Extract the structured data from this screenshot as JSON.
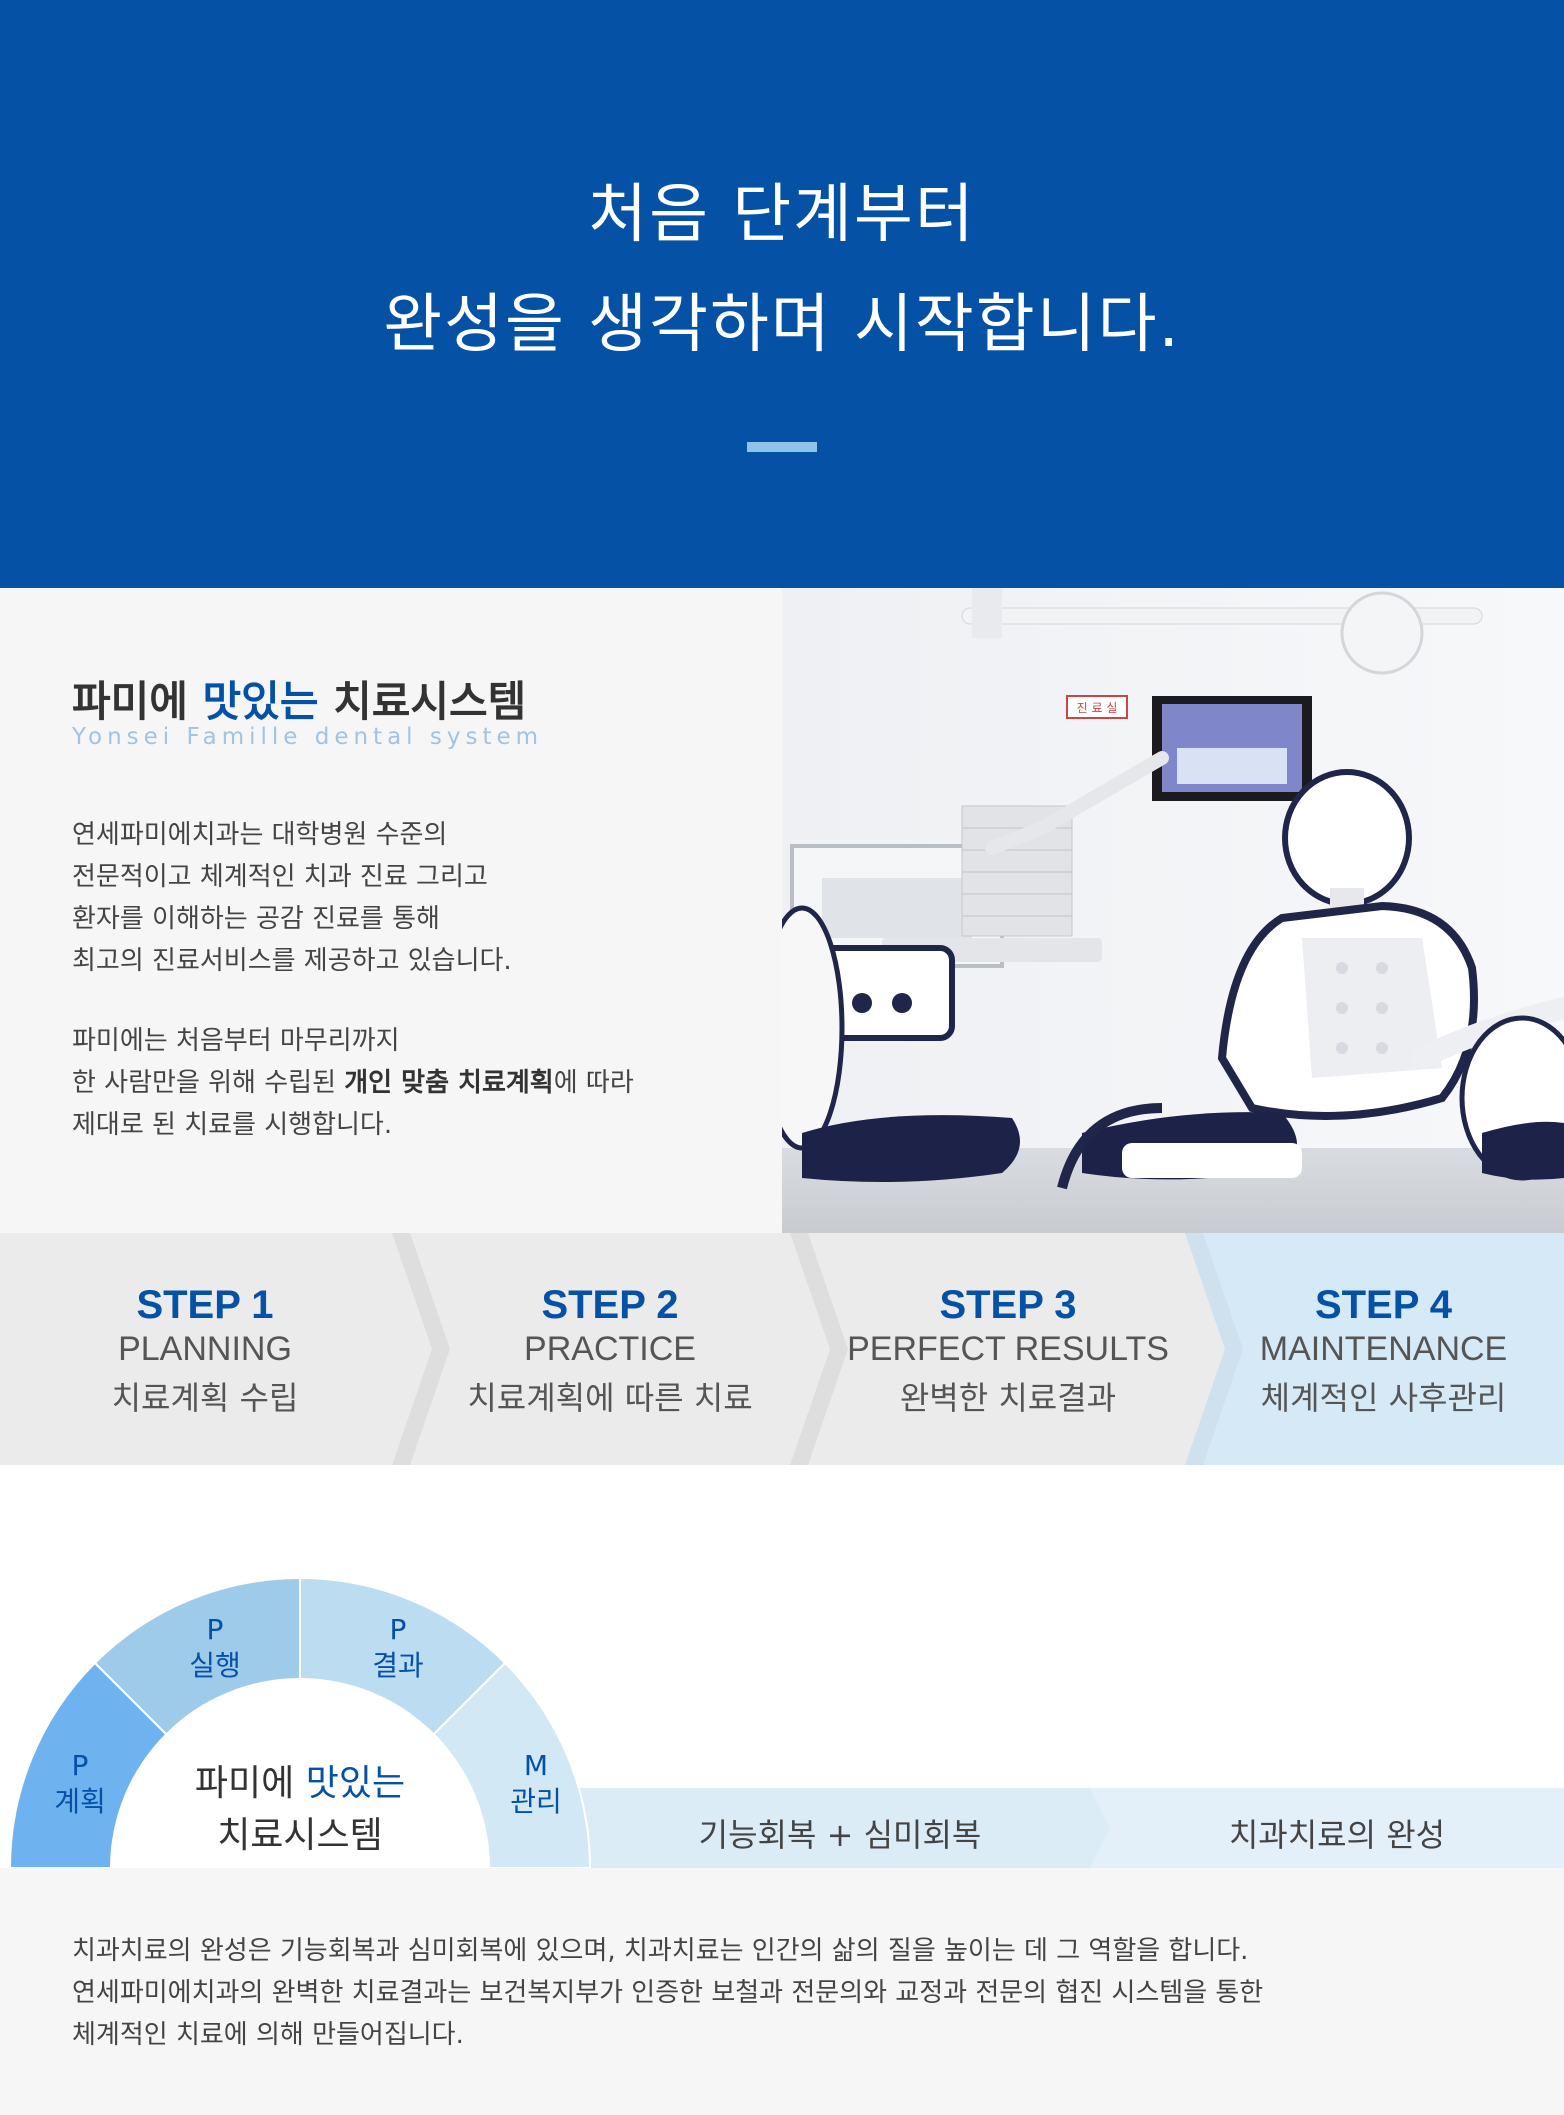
{
  "hero": {
    "line1": "처음 단계부터",
    "line2": "완성을 생각하며 시작합니다."
  },
  "intro": {
    "heading_prefix": "파미에 ",
    "heading_highlight": "맛있는",
    "heading_suffix": " 치료시스템",
    "subtitle": "Yonsei Famille dental system",
    "para1": [
      "연세파미에치과는 대학병원 수준의",
      "전문적이고 체계적인 치과 진료 그리고",
      "환자를 이해하는 공감 진료를 통해",
      "최고의 진료서비스를 제공하고 있습니다."
    ],
    "para2_line1": "파미에는 처음부터 마무리까지",
    "para2_line2_prefix": "한 사람만을 위해 수립된 ",
    "para2_line2_bold": "개인 맞춤 치료계획",
    "para2_line2_suffix": "에 따라",
    "para2_line3": "제대로 된 치료를 시행합니다."
  },
  "photo": {
    "monitor_sign": "진 료 실"
  },
  "steps": [
    {
      "title": "STEP 1",
      "en": "PLANNING",
      "ko": "치료계획 수립"
    },
    {
      "title": "STEP 2",
      "en": "PRACTICE",
      "ko": "치료계획에 따른 치료"
    },
    {
      "title": "STEP 3",
      "en": "PERFECT RESULTS",
      "ko": "완벽한 치료결과"
    },
    {
      "title": "STEP 4",
      "en": "MAINTENANCE",
      "ko": "체계적인 사후관리"
    }
  ],
  "diagram": {
    "segments": [
      {
        "letter": "P",
        "label": "계획",
        "color": "#6eb3ef"
      },
      {
        "letter": "P",
        "label": "실행",
        "color": "#9fcbea"
      },
      {
        "letter": "P",
        "label": "결과",
        "color": "#bcdcf1"
      },
      {
        "letter": "M",
        "label": "관리",
        "color": "#d3e8f5"
      }
    ],
    "center_prefix": "파미에 ",
    "center_highlight": "맛있는",
    "center_line2": "치료시스템",
    "band1": "기능회복 + 심미회복",
    "band2": "치과치료의 완성"
  },
  "bottom": {
    "lines": [
      "치과치료의 완성은 기능회복과 심미회복에 있으며, 치과치료는 인간의 삶의 질을 높이는 데 그 역할을 합니다.",
      "연세파미에치과의 완벽한 치료결과는 보건복지부가 인증한 보철과 전문의와 교정과 전문의 협진 시스템을 통한",
      "체계적인 치료에 의해 만들어집니다."
    ]
  },
  "colors": {
    "brand": "#0451a5",
    "step_bg": "#ebebeb",
    "step4_bg": "#d6e9f6"
  }
}
